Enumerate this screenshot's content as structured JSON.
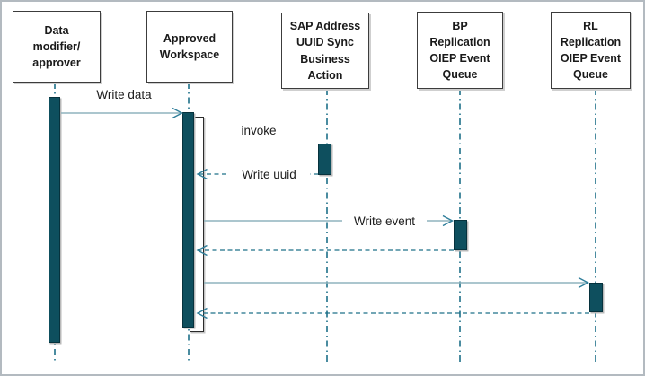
{
  "diagram_type": "uml-sequence-diagram",
  "palette": {
    "activation_bar_fill": "#0e4f5e",
    "activation_bar_border": "#06323d",
    "solid_message_line": "#8fb3bd",
    "arrowhead": "#2f7e9a",
    "dashed_line_and_lifeline": "#1d7089",
    "actor_box_border": "#3c3c3c",
    "frame_border": "#b3bac0",
    "text": "#1a1a1a",
    "background": "#ffffff"
  },
  "actors": [
    {
      "id": "data-modifier-approver",
      "label": "Data\nmodifier/\napprover"
    },
    {
      "id": "approved-workspace",
      "label": "Approved\nWorkspace"
    },
    {
      "id": "sap-address-uuid-sync-business-action",
      "label": "SAP Address\nUUID Sync\nBusiness\nAction"
    },
    {
      "id": "bp-replication-oiep-event-queue",
      "label": "BP\nReplication\nOIEP Event\nQueue"
    },
    {
      "id": "rl-replication-oiep-event-queue",
      "label": "RL\nReplication\nOIEP Event\nQueue"
    }
  ],
  "messages": [
    {
      "label": "Write data",
      "from": "data-modifier-approver",
      "to": "approved-workspace",
      "style": "solid-arrow"
    },
    {
      "label": "invoke",
      "from": "approved-workspace",
      "to": "sap-address-uuid-sync-business-action",
      "style": "label-only"
    },
    {
      "label": "Write uuid",
      "from": "sap-address-uuid-sync-business-action",
      "to": "approved-workspace",
      "style": "dashed-return-arrow"
    },
    {
      "label": "Write event",
      "from": "approved-workspace",
      "to": "bp-replication-oiep-event-queue",
      "style": "solid-arrow"
    },
    {
      "label": "",
      "from": "bp-replication-oiep-event-queue",
      "to": "approved-workspace",
      "style": "dashed-return-arrow"
    },
    {
      "label": "",
      "from": "approved-workspace",
      "to": "rl-replication-oiep-event-queue",
      "style": "solid-arrow"
    },
    {
      "label": "",
      "from": "rl-replication-oiep-event-queue",
      "to": "approved-workspace",
      "style": "dashed-return-arrow"
    }
  ]
}
